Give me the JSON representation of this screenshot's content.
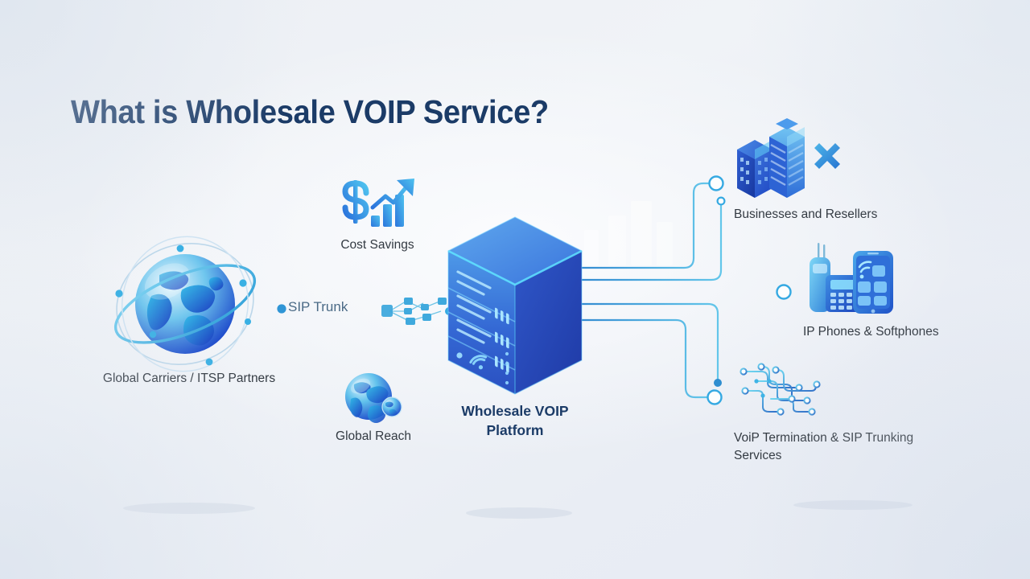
{
  "page": {
    "title": "What is Wholesale VOIP Service?",
    "background_color": "#eef1f6",
    "title_color": "#1b3b67",
    "label_color": "#333a42",
    "accent_color": "#33a8e0",
    "line_color": "#4aa8e0",
    "server_color": "#3a73d8"
  },
  "center": {
    "name": "wholesale-voip-platform",
    "label": "Wholesale VOIP\nPlatform",
    "icon": "server-tower-icon"
  },
  "inputs": [
    {
      "name": "global-carriers",
      "label": "Global Carriers / ITSP Partners",
      "icon": "globe-orbit-icon"
    }
  ],
  "connector_labels": [
    {
      "name": "sip-trunk",
      "label": "SIP Trunk",
      "icon": "network-topology-icon"
    }
  ],
  "benefits": [
    {
      "name": "cost-savings",
      "label": "Cost Savings",
      "icon": "dollar-growth-chart-icon"
    },
    {
      "name": "global-reach",
      "label": "Global Reach",
      "icon": "globe-icon"
    }
  ],
  "outputs": [
    {
      "name": "businesses-and-resellers",
      "label": "Businesses and Resellers",
      "icon": "office-buildings-icon"
    },
    {
      "name": "ip-phones-softphones",
      "label": "IP Phones & Softphones",
      "icon": "desk-phone-smartphone-icon"
    },
    {
      "name": "voip-termination",
      "label": "VoiP Termination & SIP Trunking\nServices",
      "icon": "circuit-traces-icon"
    }
  ]
}
